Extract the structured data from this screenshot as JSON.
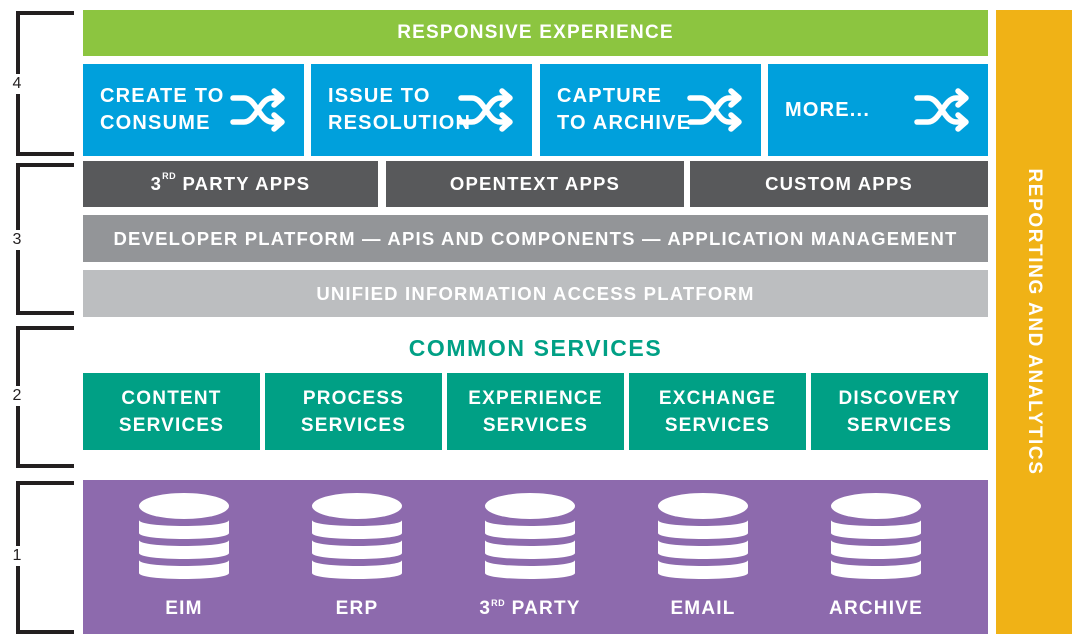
{
  "layers": [
    {
      "number": "4"
    },
    {
      "number": "3"
    },
    {
      "number": "2"
    },
    {
      "number": "1"
    }
  ],
  "top_bar": "RESPONSIVE EXPERIENCE",
  "flows": [
    {
      "label": "CREATE TO\nCONSUME",
      "icon": "shuffle-icon"
    },
    {
      "label": "ISSUE TO\nRESOLUTION",
      "icon": "shuffle-icon"
    },
    {
      "label": "CAPTURE\nTO ARCHIVE",
      "icon": "shuffle-icon"
    },
    {
      "label": "MORE...",
      "icon": "shuffle-icon"
    }
  ],
  "apps": [
    {
      "pre": "3",
      "sup": "RD",
      "post": " PARTY APPS"
    },
    {
      "label": "OPENTEXT APPS"
    },
    {
      "label": "CUSTOM APPS"
    }
  ],
  "developer_platform": "DEVELOPER PLATFORM — APIS AND COMPONENTS — APPLICATION MANAGEMENT",
  "unified_platform": "UNIFIED INFORMATION ACCESS PLATFORM",
  "common_services": {
    "title": "COMMON SERVICES",
    "items": [
      "CONTENT\nSERVICES",
      "PROCESS\nSERVICES",
      "EXPERIENCE\nSERVICES",
      "EXCHANGE\nSERVICES",
      "DISCOVERY\nSERVICES"
    ]
  },
  "data_sources": [
    {
      "label": "EIM",
      "icon": "database-icon"
    },
    {
      "label": "ERP",
      "icon": "database-icon"
    },
    {
      "pre": "3",
      "sup": "RD",
      "post": " PARTY",
      "icon": "database-icon"
    },
    {
      "label": "EMAIL",
      "icon": "database-icon"
    },
    {
      "label": "ARCHIVE",
      "icon": "database-icon"
    }
  ],
  "sidebar": "REPORTING AND ANALYTICS",
  "colors": {
    "green": "#8cc540",
    "blue": "#00a0dc",
    "dark_gray": "#58595b",
    "mid_gray": "#939598",
    "light_gray": "#bcbec0",
    "teal": "#00a085",
    "purple": "#8d6aad",
    "gold": "#f0b216"
  }
}
